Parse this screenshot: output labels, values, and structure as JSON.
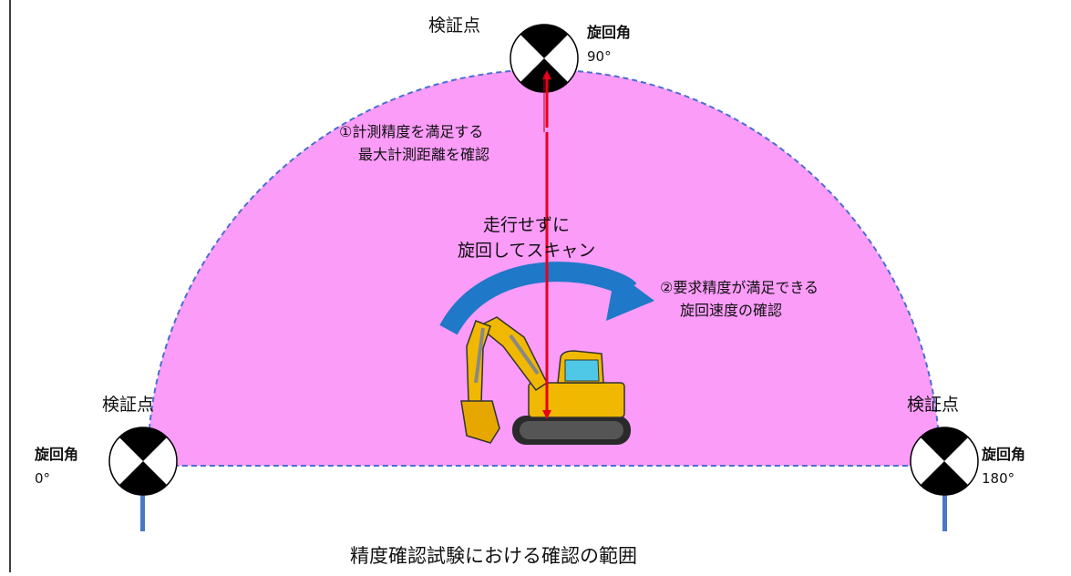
{
  "labels": {
    "point_left": "検証点",
    "point_top": "検証点",
    "point_right": "検証点",
    "angle_label": "旋回角",
    "angle_0": "0°",
    "angle_90": "90°",
    "angle_180": "180°",
    "note1_line1": "①計測精度を満足する",
    "note1_line2": "最大計測距離を確認",
    "center_line1": "走行せずに",
    "center_line2": "旋回してスキャン",
    "note2_line1": "②要求精度が満足できる",
    "note2_line2": "旋回速度の確認",
    "caption": "精度確認試験における確認の範囲"
  },
  "colors": {
    "range_fill": "#fb9cf9",
    "range_border": "#4a6ed1",
    "arrow": "#e8001c",
    "rotation_arrow": "#1f78c8",
    "pole": "#4a78c4",
    "excavator_body": "#f0b800"
  },
  "icons": {
    "verification_target": "checkered-target-icon",
    "excavator": "excavator-icon"
  }
}
